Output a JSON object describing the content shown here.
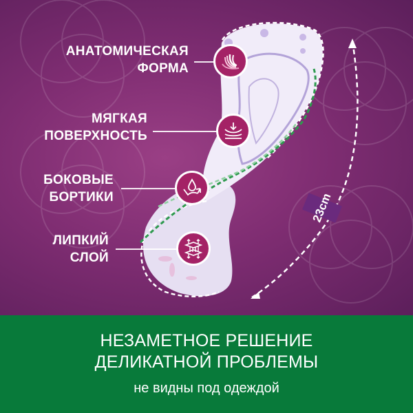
{
  "colors": {
    "background_purple": "#7f2d72",
    "badge_magenta": "#a42266",
    "footer_green": "#087a3a",
    "pad_lavender": "#ece6f6",
    "guide_green": "#2e9a4e",
    "size_tag": "#6a2a7d"
  },
  "features": [
    {
      "label": "АНАТОМИЧЕСКАЯ\nФОРМА",
      "icon": "anatomic-shape-icon"
    },
    {
      "label": "МЯГКАЯ\nПОВЕРХНОСТЬ",
      "icon": "soft-surface-icon"
    },
    {
      "label": "БОКОВЫЕ\nБОРТИКИ",
      "icon": "side-barriers-icon"
    },
    {
      "label": "ЛИПКИЙ\nСЛОЙ",
      "icon": "adhesive-layer-icon"
    }
  ],
  "measurement": {
    "label": "23cm"
  },
  "footer": {
    "title_line1": "НЕЗАМЕТНОЕ РЕШЕНИЕ",
    "title_line2": "ДЕЛИКАТНОЙ ПРОБЛЕМЫ",
    "subtitle": "не видны под одеждой"
  }
}
